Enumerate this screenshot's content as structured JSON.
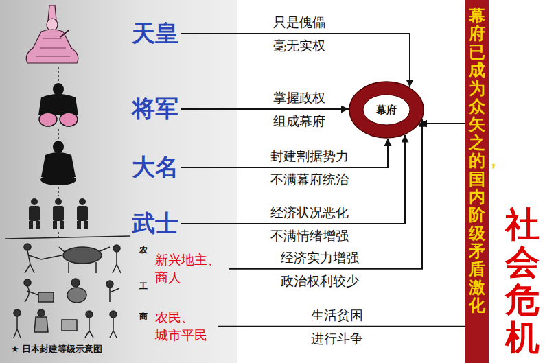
{
  "diagram": {
    "nodes": [
      {
        "text": [
          "天皇"
        ]
      },
      {
        "text": [
          "将军"
        ]
      },
      {
        "text": [
          "大名"
        ]
      },
      {
        "text": [
          "武士"
        ]
      },
      {
        "text": [
          "新兴地主、商人"
        ]
      },
      {
        "text": [
          "农民、城市平民"
        ]
      },
      {
        "text": [
          "幕府"
        ]
      },
      {
        "text": [
          "幕府已成为众矢之的，国内阶级矛盾激化"
        ]
      }
    ],
    "edges": [
      {
        "from": 0,
        "to": 6,
        "arrow": "to",
        "label": "只是傀儡 毫无实权"
      },
      {
        "from": 1,
        "to": 6,
        "arrow": "to",
        "label": "掌握政权 组成幕府"
      },
      {
        "from": 2,
        "to": 6,
        "arrow": "to",
        "label": "封建割据势力 不满幕府统治"
      },
      {
        "from": 3,
        "to": 6,
        "arrow": "to",
        "label": "经济状况恶化 不满情绪增强"
      },
      {
        "from": 4,
        "to": 6,
        "arrow": "to",
        "label": "经济实力增强 政治权利较少"
      },
      {
        "from": 5,
        "to": 7,
        "arrow": "none",
        "label": "生活贫困 进行斗争"
      },
      {
        "from": 7,
        "to": 6,
        "arrow": "to"
      }
    ],
    "labels": [
      "农",
      "工",
      "商",
      "★ 日本封建等级示意图",
      "社会危机"
    ]
  }
}
